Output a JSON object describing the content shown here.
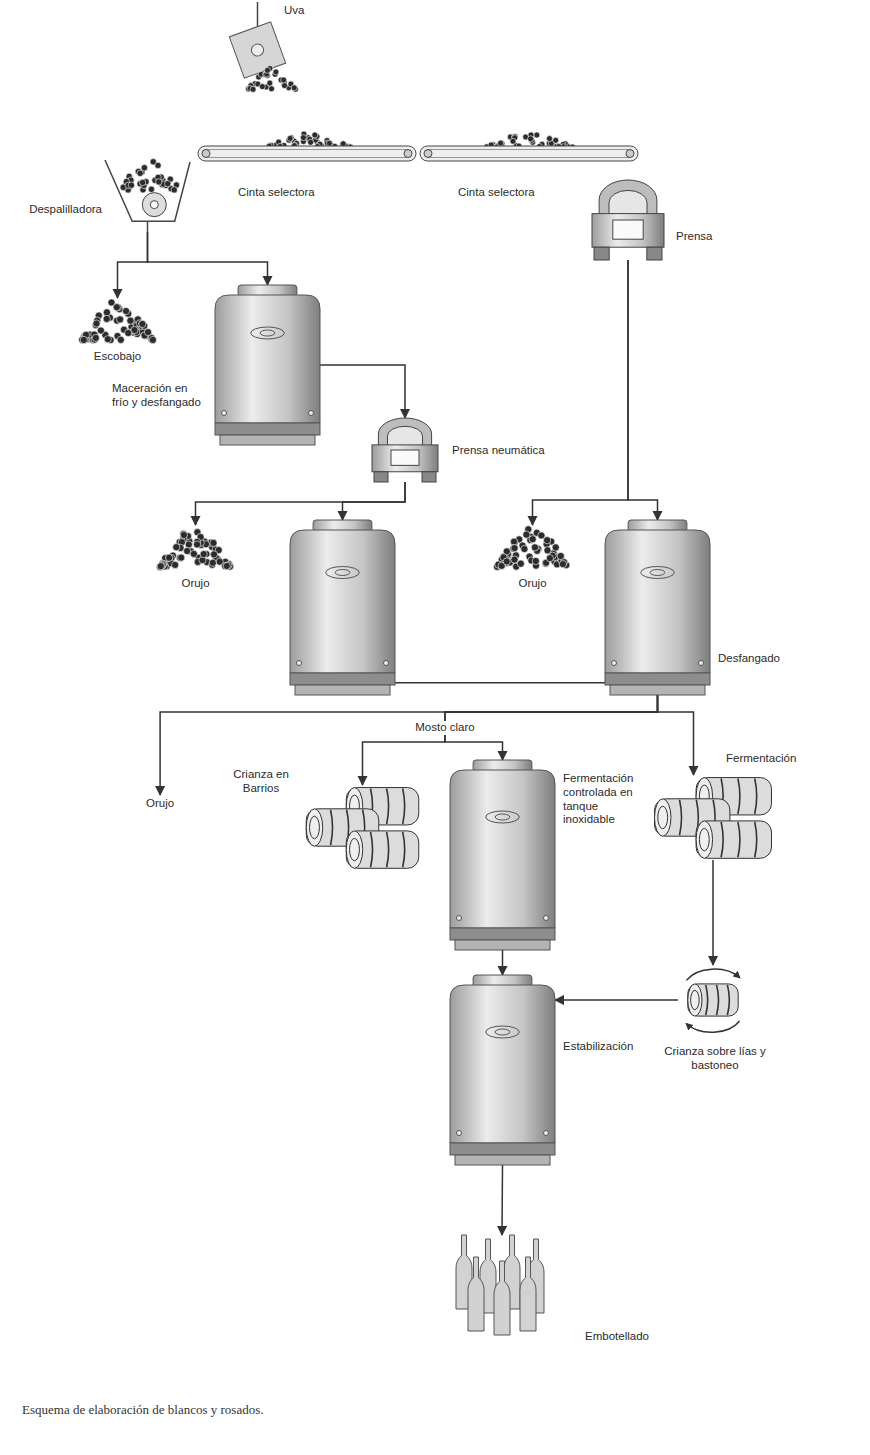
{
  "diagram": {
    "caption": "Esquema de elaboración de blancos y rosados.",
    "nodes": [
      {
        "text": [
          "Uva"
        ]
      },
      {
        "text": [
          "Cinta selectora"
        ]
      },
      {
        "text": [
          "Cinta selectora"
        ]
      },
      {
        "text": [
          "Despalilladora"
        ]
      },
      {
        "text": [
          "Prensa"
        ]
      },
      {
        "text": [
          "Escobajo"
        ]
      },
      {
        "text": [
          "Maceración en frío y desfangado"
        ]
      },
      {
        "text": [
          "Prensa neumática"
        ]
      },
      {
        "text": [
          "Orujo"
        ]
      },
      {
        "text": []
      },
      {
        "text": [
          "Orujo"
        ]
      },
      {
        "text": [
          "Desfangado"
        ]
      },
      {
        "text": [
          "Orujo"
        ]
      },
      {
        "text": [
          "Crianza en Barrios"
        ]
      },
      {
        "text": [
          "Fermentación controlada en tanque inoxidable"
        ]
      },
      {
        "text": [
          "Fermentación"
        ]
      },
      {
        "text": [
          "Crianza sobre lías y bastoneo"
        ]
      },
      {
        "text": [
          "Estabilización"
        ]
      },
      {
        "text": [
          "Embotellado"
        ]
      }
    ],
    "edges": [
      {
        "from": 3,
        "to": 5,
        "arrow": "to"
      },
      {
        "from": 3,
        "to": 6,
        "arrow": "to"
      },
      {
        "from": 6,
        "to": 7,
        "arrow": "to"
      },
      {
        "from": 7,
        "to": 8,
        "arrow": "to"
      },
      {
        "from": 7,
        "to": 9,
        "arrow": "to"
      },
      {
        "from": 4,
        "to": 10,
        "arrow": "to"
      },
      {
        "from": 4,
        "to": 11,
        "arrow": "to"
      },
      {
        "from": 9,
        "to": 11,
        "arrow": "none"
      },
      {
        "from": 11,
        "to": 12,
        "arrow": "to"
      },
      {
        "from": 11,
        "to": 13,
        "arrow": "to"
      },
      {
        "from": 11,
        "to": 14,
        "label": "Mosto claro",
        "arrow": "to"
      },
      {
        "from": 11,
        "to": 15,
        "arrow": "to"
      },
      {
        "from": 14,
        "to": 17,
        "arrow": "to"
      },
      {
        "from": 15,
        "to": 16,
        "arrow": "to"
      },
      {
        "from": 16,
        "to": 17,
        "arrow": "to"
      },
      {
        "from": 17,
        "to": 18,
        "arrow": "to"
      }
    ]
  }
}
